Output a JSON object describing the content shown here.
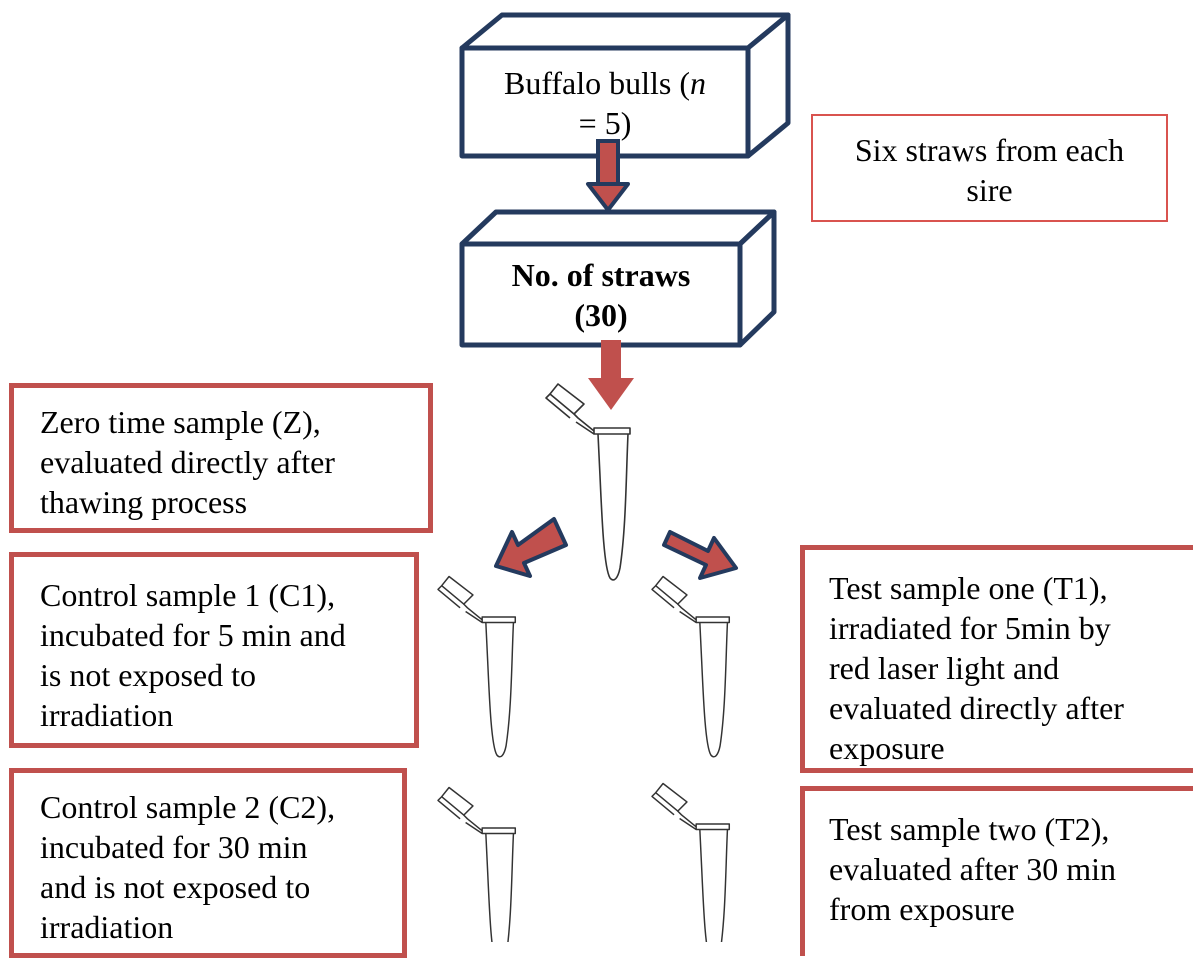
{
  "colors": {
    "navy": "#243a5e",
    "red": "#c0504d",
    "thin_red": "#d9534f",
    "tube": "#333333"
  },
  "nodes": {
    "bulls": {
      "text_a": "Buffalo bulls (",
      "text_n": "n",
      "text_b": "= 5)"
    },
    "straws_note": {
      "text": "Six straws from each\nsire"
    },
    "straws": {
      "text": "No. of straws\n(30)"
    },
    "zero": {
      "text": "Zero time sample (Z),\nevaluated directly after\nthawing process"
    },
    "c1": {
      "text": "Control sample 1 (C1),\nincubated for 5 min and\nis not exposed to\nirradiation"
    },
    "c2": {
      "text": "Control sample 2 (C2),\nincubated for 30 min\nand is not exposed to\nirradiation"
    },
    "t1": {
      "text": "Test sample one (T1),\nirradiated for 5min by\nred laser light and\nevaluated directly after\nexposure"
    },
    "t2": {
      "text": "Test sample two (T2),\nevaluated after 30 min\nfrom exposure"
    }
  },
  "icons": [
    "tube-icon-center",
    "tube-icon-c1",
    "tube-icon-t1",
    "tube-icon-c2",
    "tube-icon-t2"
  ]
}
